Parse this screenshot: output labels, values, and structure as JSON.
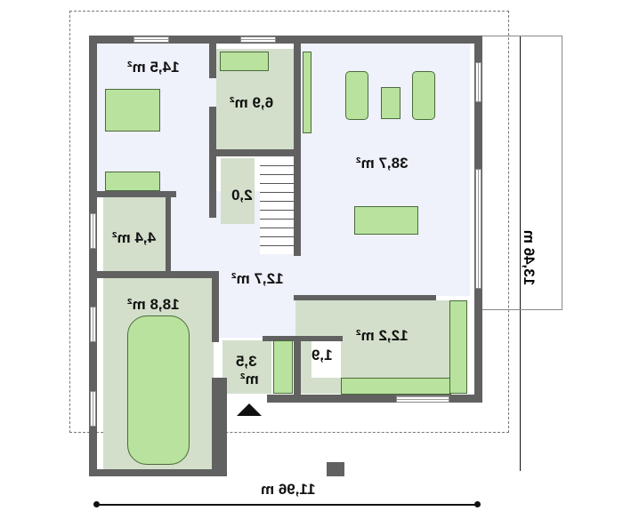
{
  "rooms": {
    "bedroom": "14,5 m²",
    "bathroom": "6,9 m²",
    "living_room": "38,7 m²",
    "wc": "2,0",
    "utility": "4,4 m²",
    "hall": "12,7 m²",
    "garage": "18,8 m²",
    "vestibule_num": "3,5",
    "vestibule_unit": "m²",
    "pantry": "1,9",
    "kitchen": "12,2 m²"
  },
  "dimensions": {
    "width": "11,96 m",
    "depth": "13,46 m"
  },
  "colors": {
    "wall": "#616161",
    "room_light": "#eff1fb",
    "room_green": "#d3dfcb",
    "furniture": "#b8e29e"
  }
}
